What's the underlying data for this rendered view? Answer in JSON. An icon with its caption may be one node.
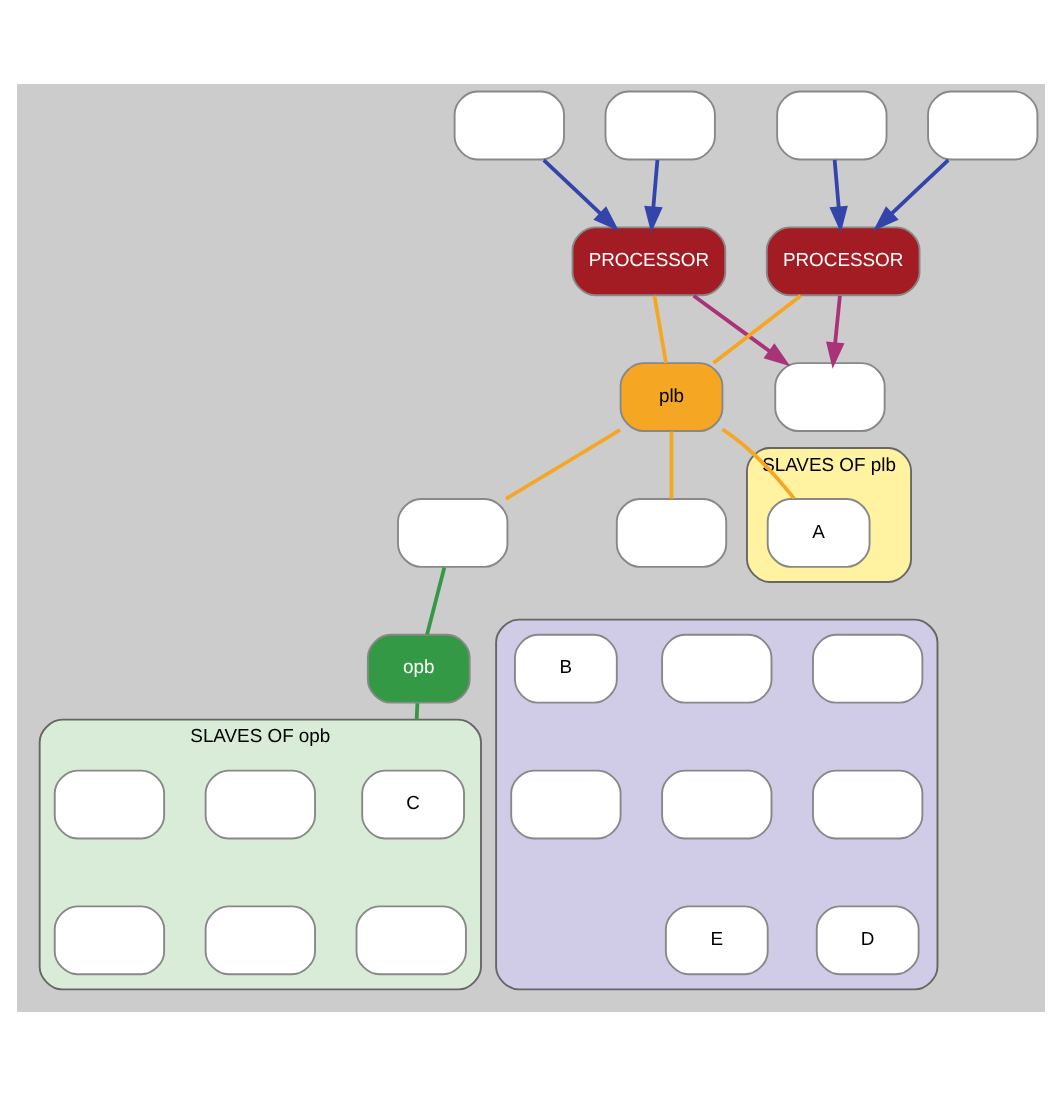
{
  "diagram": {
    "nodes": [
      {
        "text": [
          "PROCESSOR"
        ]
      },
      {
        "text": [
          "PROCESSOR"
        ]
      },
      {
        "text": [],
        "shape": "box"
      },
      {
        "text": [],
        "shape": "box"
      },
      {
        "text": [],
        "shape": "box"
      },
      {
        "text": [],
        "shape": "box"
      },
      {
        "text": [
          "plb"
        ]
      },
      {
        "text": [
          "opb"
        ]
      },
      {
        "text": [],
        "shape": "box"
      },
      {
        "text": [],
        "shape": "box"
      },
      {
        "text": [],
        "shape": "box"
      },
      {
        "text": [
          "SLAVES OF plb"
        ]
      },
      {
        "text": [
          "A"
        ],
        "in": 11
      },
      {
        "text": [
          "SLAVES OF opb"
        ]
      },
      {
        "text": [
          "C"
        ],
        "in": 13
      },
      {
        "text": [],
        "shape": "box",
        "in": 13
      },
      {
        "text": [],
        "shape": "box",
        "in": 13
      },
      {
        "text": [],
        "shape": "box",
        "in": 13
      },
      {
        "text": [],
        "shape": "box",
        "in": 13
      },
      {
        "text": [],
        "shape": "box",
        "in": 13
      },
      {
        "text": [],
        "shape": "box"
      },
      {
        "text": [],
        "shape": "box",
        "in": 20
      },
      {
        "text": [],
        "shape": "box",
        "in": 20
      },
      {
        "text": [
          "B"
        ],
        "in": 20
      },
      {
        "text": [],
        "shape": "box",
        "in": 20
      },
      {
        "text": [],
        "shape": "box",
        "in": 20
      },
      {
        "text": [],
        "shape": "box",
        "in": 20
      },
      {
        "text": [
          "D"
        ],
        "in": 20
      },
      {
        "text": [
          "E"
        ],
        "in": 20
      }
    ],
    "edges": [
      {
        "from": 2,
        "to": 0,
        "arrow": "to",
        "color": "#3344aa"
      },
      {
        "from": 3,
        "to": 0,
        "arrow": "to",
        "color": "#3344aa"
      },
      {
        "from": 4,
        "to": 1,
        "arrow": "to",
        "color": "#3344aa"
      },
      {
        "from": 5,
        "to": 1,
        "arrow": "to",
        "color": "#3344aa"
      },
      {
        "from": 0,
        "to": 9,
        "arrow": "to",
        "color": "#aa3377"
      },
      {
        "from": 1,
        "to": 9,
        "arrow": "to",
        "color": "#aa3377"
      },
      {
        "from": 0,
        "to": 6,
        "arrow": "none",
        "color": "#f5a623"
      },
      {
        "from": 1,
        "to": 6,
        "arrow": "none",
        "color": "#f5a623"
      },
      {
        "from": 6,
        "to": 8,
        "arrow": "none",
        "color": "#f5a623"
      },
      {
        "from": 8,
        "to": 7,
        "arrow": "none",
        "color": "#339944"
      },
      {
        "from": 6,
        "to": 12,
        "arrow": "none",
        "color": "#f5a623"
      },
      {
        "from": 6,
        "to": 10,
        "arrow": "none",
        "color": "#f5a623"
      },
      {
        "from": 7,
        "to": 13,
        "arrow": "none",
        "color": "#339944"
      }
    ]
  }
}
